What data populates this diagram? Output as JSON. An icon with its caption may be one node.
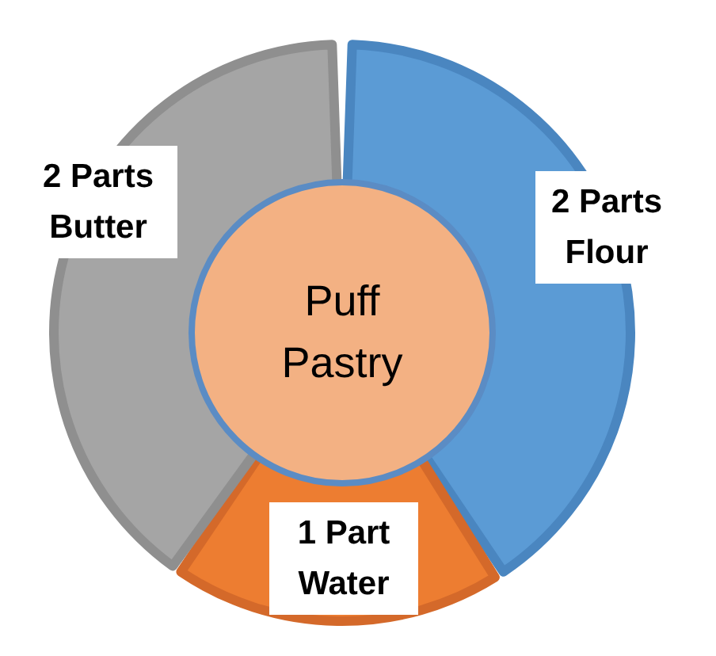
{
  "diagram": {
    "nodes": [
      {
        "text": [
          "Puff Pastry"
        ]
      },
      {
        "text": [
          "2 Parts Flour"
        ]
      },
      {
        "text": [
          "1 Part Water"
        ]
      },
      {
        "text": [
          "2 Parts Butter"
        ]
      }
    ]
  }
}
